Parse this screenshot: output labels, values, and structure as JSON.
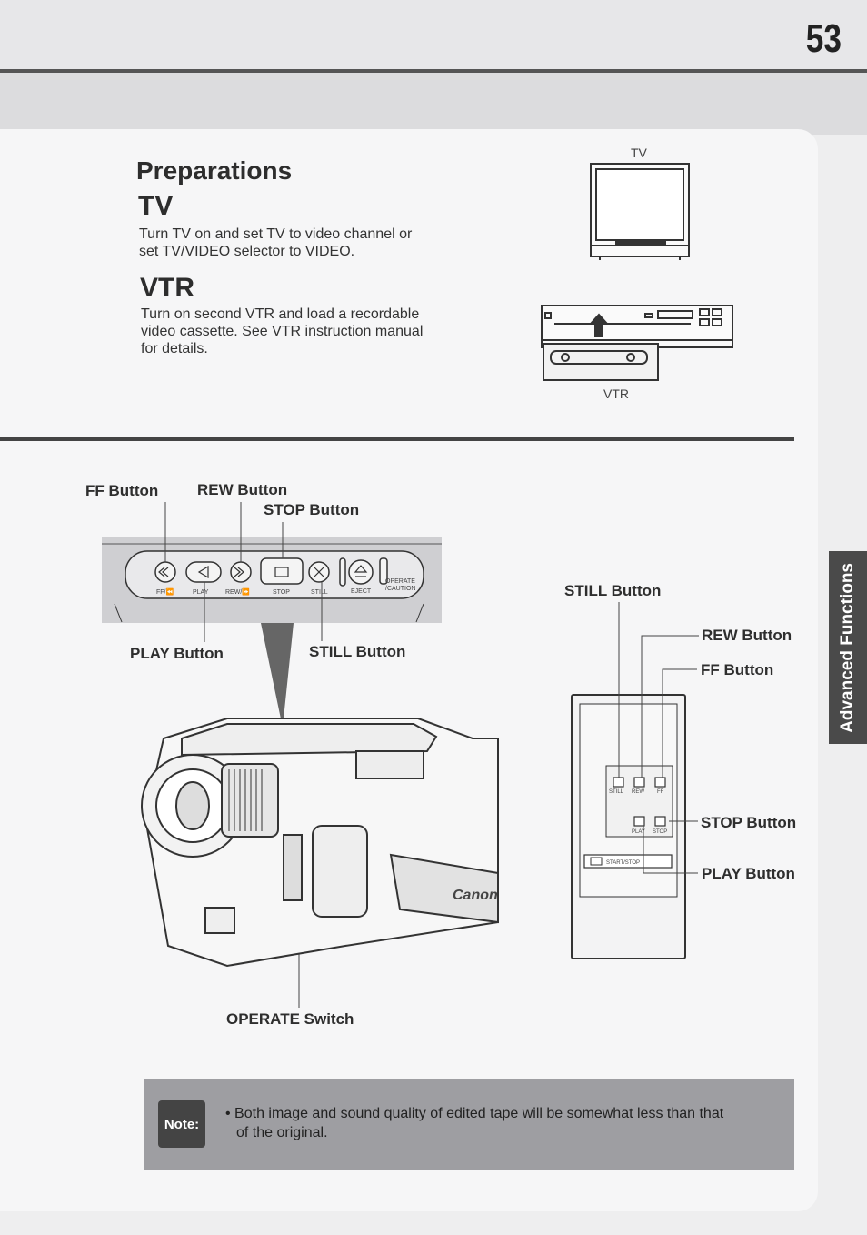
{
  "page_number": "53",
  "preparations": {
    "heading": "Preparations",
    "tv": {
      "heading": "TV",
      "line1": "Turn TV on and set TV to video channel or",
      "line2": "set TV/VIDEO selector to VIDEO."
    },
    "vtr": {
      "heading": "VTR",
      "line1": "Turn on second VTR and load a recordable",
      "line2": "video cassette. See VTR instruction manual",
      "line3": "for details."
    }
  },
  "illustrations": {
    "tv_caption": "TV",
    "vtr_caption": "VTR"
  },
  "camera_callouts": {
    "ff": "FF Button",
    "rew": "REW Button",
    "stop": "STOP Button",
    "play": "PLAY Button",
    "still": "STILL Button",
    "operate": "OPERATE Switch"
  },
  "camera_panel_labels": {
    "ff": "FF/⏪",
    "play": "PLAY",
    "rew": "REW/⏩",
    "stop": "STOP",
    "still": "STILL",
    "eject": "EJECT",
    "operate_line1": "OPERATE",
    "operate_line2": "/CAUTION"
  },
  "camera_brand": "Canon",
  "remote_callouts": {
    "still": "STILL Button",
    "rew": "REW Button",
    "ff": "FF Button",
    "stop": "STOP Button",
    "play": "PLAY Button"
  },
  "remote_labels": {
    "still": "STILL",
    "rew": "REW",
    "ff": "FF",
    "play": "PLAY",
    "stop": "STOP",
    "start_stop": "START/STOP"
  },
  "side_tab": "Advanced Functions",
  "note": {
    "badge": "Note:",
    "line1": "• Both image and sound quality of edited tape will be somewhat less than that",
    "line2": "of the original."
  },
  "colors": {
    "background": "#eeeeef",
    "panel": "#f6f6f7",
    "rule": "#444444",
    "side_tab": "#4a4a4a",
    "note_box": "#9e9ea2",
    "note_badge": "#444444"
  }
}
